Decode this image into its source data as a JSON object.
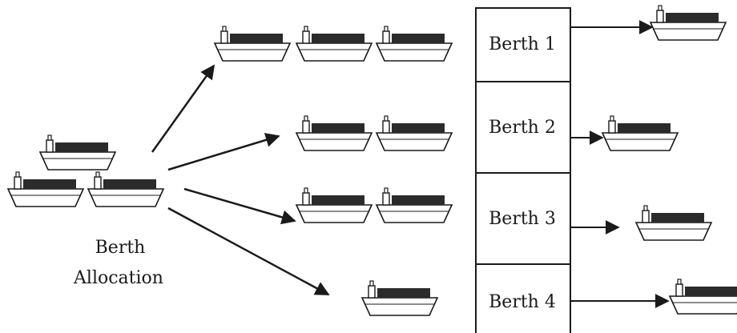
{
  "allocation_label": {
    "line1": "Berth",
    "line2": "Allocation"
  },
  "berths": [
    {
      "label": "Berth 1"
    },
    {
      "label": "Berth 2"
    },
    {
      "label": "Berth 3"
    },
    {
      "label": "Berth 4"
    }
  ],
  "queues": [
    {
      "ship_count": 3
    },
    {
      "ship_count": 2
    },
    {
      "ship_count": 2
    },
    {
      "ship_count": 1
    }
  ],
  "incoming_ships": 3,
  "departing_ships_per_berth": 1,
  "icons": {
    "ship": "container-ship-icon",
    "arrow": "arrow-icon"
  },
  "colors": {
    "stroke": "#1a1a1a",
    "containers": "#2b2b2b",
    "background": "#ffffff"
  }
}
